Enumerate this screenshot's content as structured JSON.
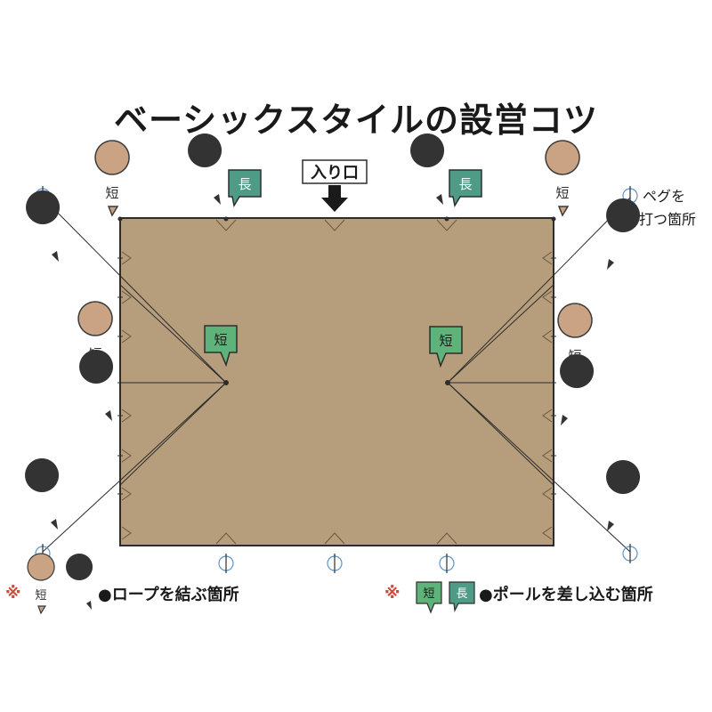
{
  "title": "ベーシックスタイルの設営コツ",
  "entrance_label": "入り口",
  "peg_note": {
    "line1": "ペグを",
    "line2": "打つ箇所"
  },
  "tags": {
    "short": "短",
    "long": "長"
  },
  "legend": {
    "mark": "※",
    "rope_text": "●ロープを結ぶ箇所",
    "pole_text": "●ポールを差し込む箇所"
  },
  "colors": {
    "tarp": "#b69e7d",
    "tarp_border": "#2d2d2d",
    "tan_bubble": "#c9a384",
    "dark_bubble": "#333333",
    "green_tag": "#5fb37a",
    "teal_tag": "#4f9c86",
    "peg_outline": "#5b94c9",
    "title": "#1a1a1a"
  }
}
